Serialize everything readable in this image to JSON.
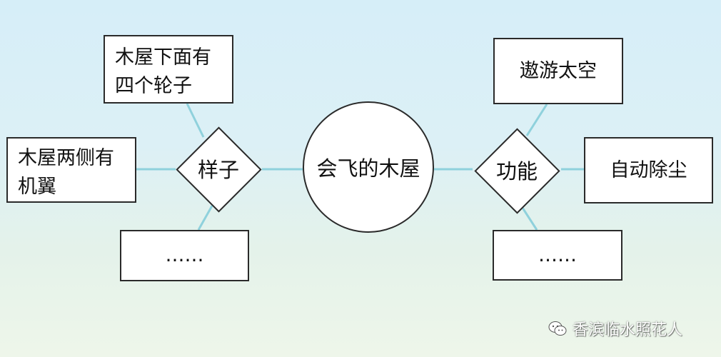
{
  "center": {
    "label": "会飞的木屋"
  },
  "left": {
    "hub": "样子",
    "items": [
      "木屋下面有\n四个轮子",
      "木屋两侧有\n机翼",
      "……"
    ]
  },
  "right": {
    "hub": "功能",
    "items": [
      "遨游太空",
      "自动除尘",
      "……"
    ]
  },
  "watermark": {
    "text": "香滨临水照花人",
    "icon": "wechat-icon"
  },
  "colors": {
    "connector": "#8fd1dc",
    "border": "#2a2a2a",
    "box_fill": "#ffffff"
  }
}
